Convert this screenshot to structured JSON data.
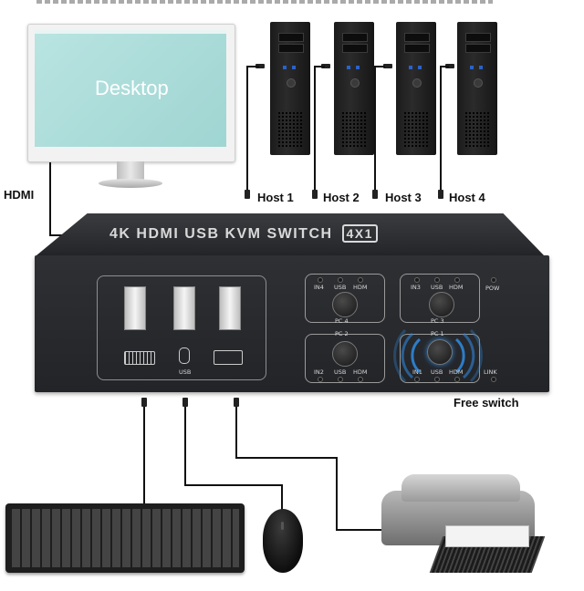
{
  "labels": {
    "hdmi": "HDMI",
    "hosts": [
      "Host 1",
      "Host 2",
      "Host 3",
      "Host 4"
    ],
    "free_switch": "Free switch"
  },
  "monitor": {
    "screen_text": "Desktop"
  },
  "switch": {
    "title": "4K HDMI USB KVM SWITCH",
    "badge": "4X1",
    "usb_label": "USB",
    "pow_label": "POW",
    "link_label": "LINK",
    "panels": [
      {
        "name": "PC 4",
        "leds": [
          "IN4",
          "USB",
          "HDM"
        ]
      },
      {
        "name": "PC 3",
        "leds": [
          "IN3",
          "USB",
          "HDM"
        ]
      },
      {
        "name": "PC 2",
        "leds": [
          "IN2",
          "USB",
          "HDM"
        ]
      },
      {
        "name": "PC 1",
        "leds": [
          "IN1",
          "USB",
          "HDM"
        ]
      }
    ]
  },
  "colors": {
    "device_body": "#2a2c30",
    "screen": "#a9dcd9",
    "wave_accent": "#2f86d8",
    "port_blue": "#2b62c9"
  }
}
